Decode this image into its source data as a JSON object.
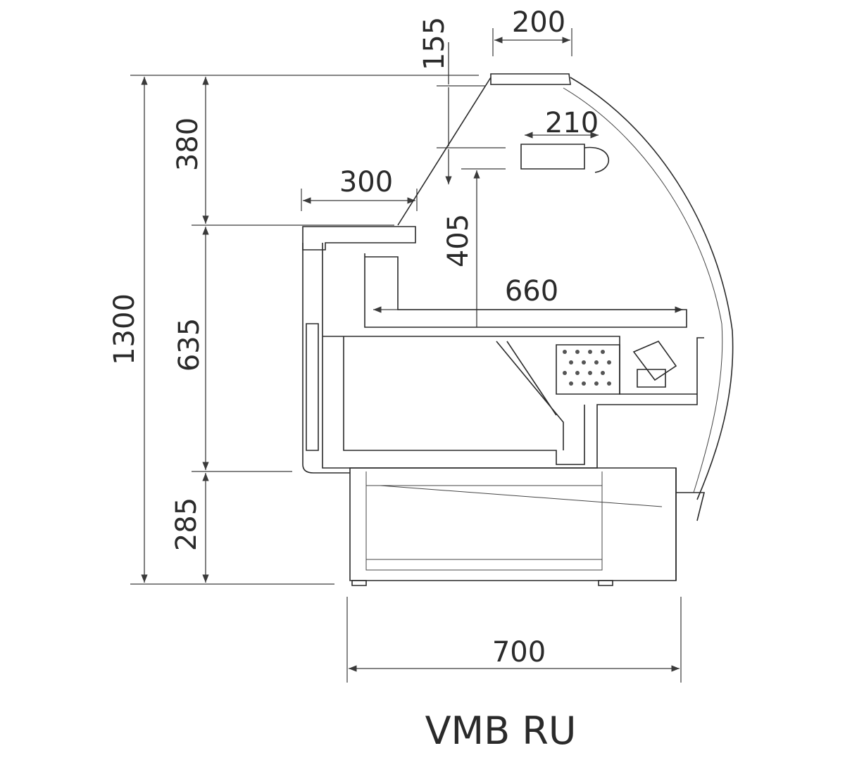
{
  "title": "VMB RU",
  "dimensions": {
    "top_width": "200",
    "top_height": "155",
    "lamp_width": "210",
    "upper_height": "380",
    "shelf_width": "300",
    "glass_height": "405",
    "display_depth": "660",
    "total_height": "1300",
    "middle_height": "635",
    "base_height": "285",
    "base_width": "700"
  }
}
